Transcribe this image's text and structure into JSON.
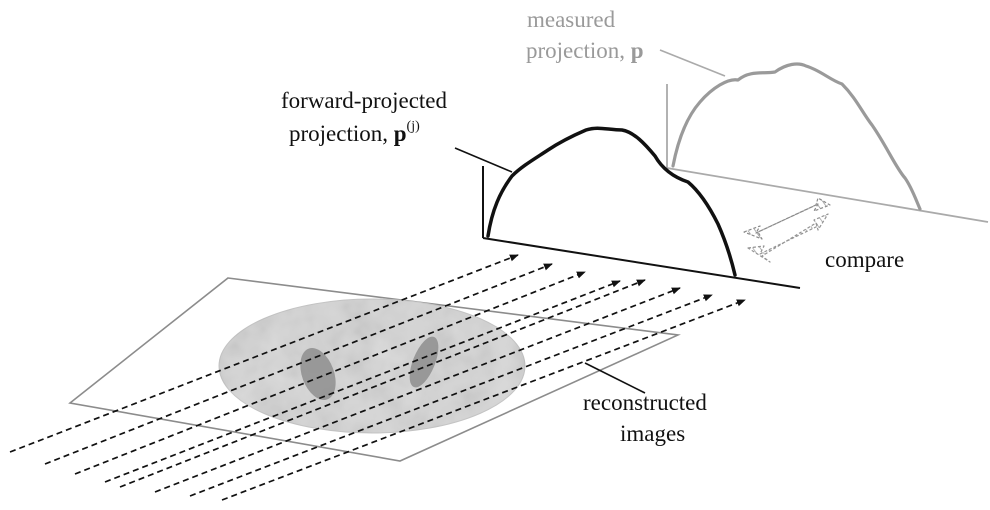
{
  "labels": {
    "measured_line1": "measured",
    "measured_line2_prefix": "projection, ",
    "measured_symbol": "p",
    "forward_line1": "forward-projected",
    "forward_line2_prefix": "projection, ",
    "forward_symbol": "p",
    "forward_superscript": "(j)",
    "compare": "compare",
    "recon_line1": "reconstructed",
    "recon_line2": "images"
  },
  "colors": {
    "forward_curve": "#111111",
    "measured_curve": "#9a9a9a",
    "measured_axis": "#aaaaaa",
    "plane_edge": "#8c8c8c",
    "ellipse_fill": "#d6d6d6",
    "lesion_fill": "#8e8e8e"
  },
  "arrows": {
    "count": 8,
    "style": "dashed"
  },
  "compare_icon": "bidirectional-hatched-arrow-icon"
}
